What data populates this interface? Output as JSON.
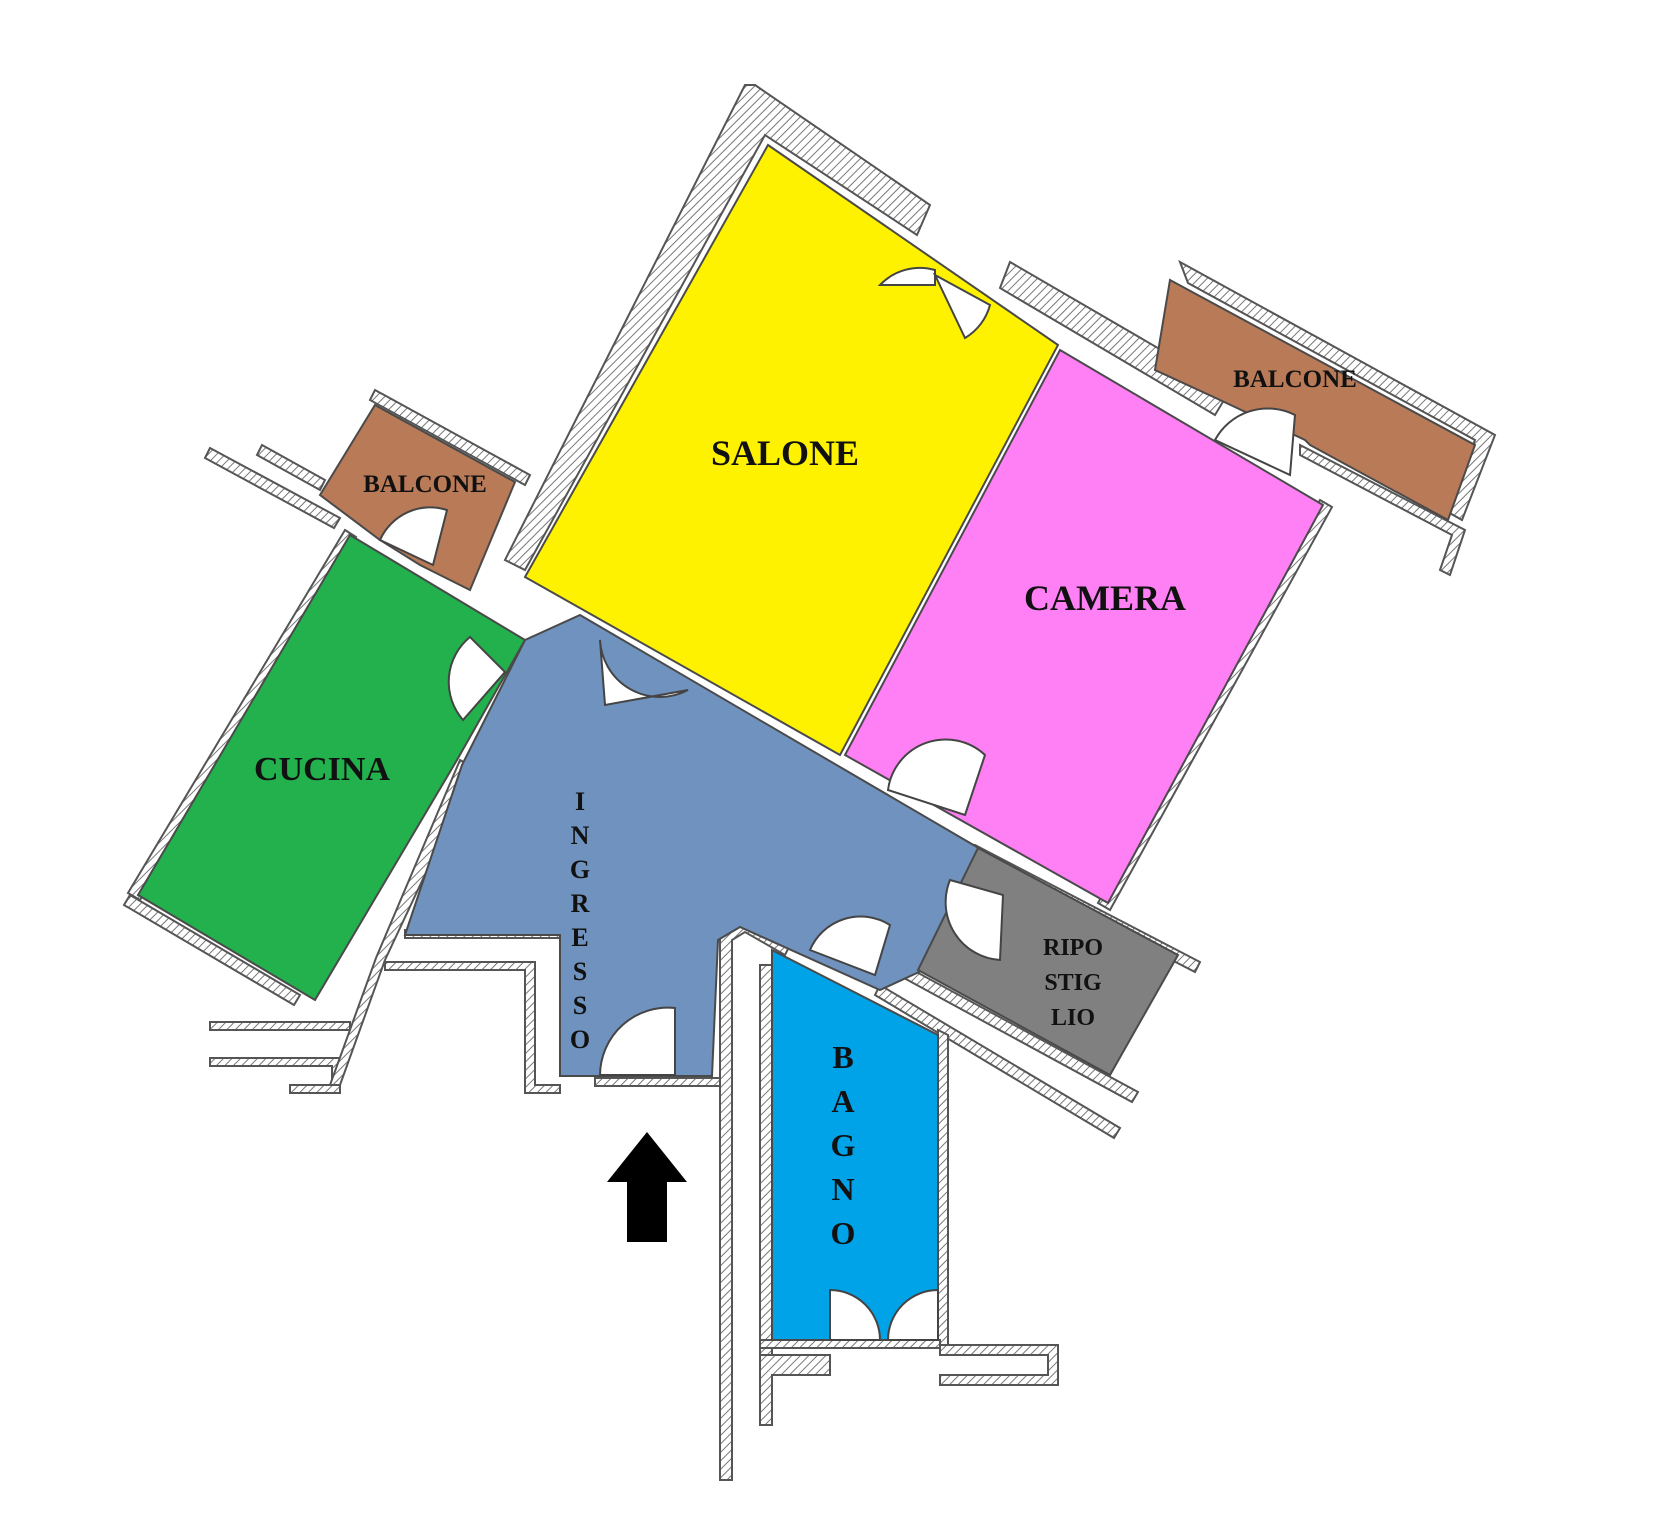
{
  "floor_plan": {
    "rooms": [
      {
        "key": "salone",
        "label": "SALONE",
        "color": "#FFF200"
      },
      {
        "key": "camera",
        "label": "CAMERA",
        "color": "#FF80F4"
      },
      {
        "key": "cucina",
        "label": "CUCINA",
        "color": "#22B14C"
      },
      {
        "key": "ingresso",
        "label": "INGRESSO",
        "color": "#7092BE"
      },
      {
        "key": "bagno",
        "label": "BAGNO",
        "color": "#00A2E8"
      },
      {
        "key": "ripostiglio",
        "label_lines": [
          "RIPO",
          "STIG",
          "LIO"
        ],
        "color": "#808080"
      },
      {
        "key": "balcone_left",
        "label": "BALCONE",
        "color": "#B97A57"
      },
      {
        "key": "balcone_right",
        "label": "BALCONE",
        "color": "#B97A57"
      }
    ],
    "vertical_letters": {
      "ingresso": [
        "I",
        "N",
        "G",
        "R",
        "E",
        "S",
        "S",
        "O"
      ],
      "bagno": [
        "B",
        "A",
        "G",
        "N",
        "O"
      ]
    },
    "entrance_arrow": {
      "direction": "up",
      "color": "#000000",
      "icon": "entrance-arrow-icon"
    },
    "wall_color": "#555555"
  }
}
